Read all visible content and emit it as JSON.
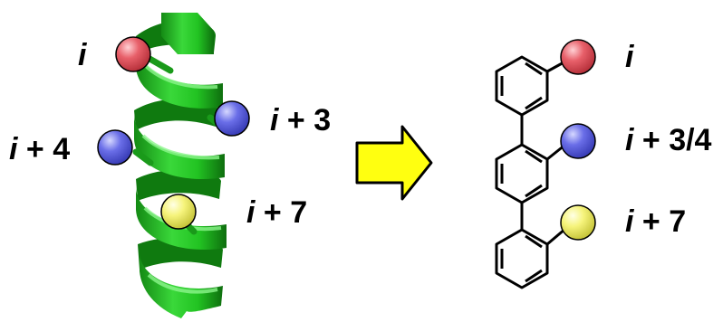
{
  "helix": {
    "labels": {
      "i": {
        "var": "i",
        "suffix": ""
      },
      "i3": {
        "var": "i",
        "suffix": " + 3"
      },
      "i4": {
        "var": "i",
        "suffix": " + 4"
      },
      "i7": {
        "var": "i",
        "suffix": " + 7"
      }
    }
  },
  "terphenyl": {
    "labels": {
      "i": {
        "var": "i",
        "suffix": ""
      },
      "i34": {
        "var": "i",
        "suffix": " + 3/4"
      },
      "i7": {
        "var": "i",
        "suffix": " + 7"
      }
    }
  },
  "colors": {
    "helix": "#22c322",
    "helix_dark": "#117a11",
    "helix_light": "#6fe56f",
    "residue_i": "#e8606a",
    "residue_i3_i4": "#6a6ee8",
    "residue_i7": "#f4f27a",
    "arrow": "#ffff10",
    "bond": "#000000"
  },
  "icons": {
    "transform_arrow": "right-arrow-icon"
  }
}
